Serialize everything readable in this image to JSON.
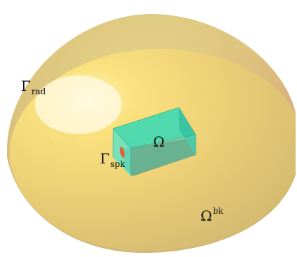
{
  "labels": {
    "gamma_rad": {
      "symbol": "Γ",
      "subscript": "rad"
    },
    "gamma_spk": {
      "symbol": "Γ",
      "subscript": "spk"
    },
    "omega": {
      "symbol": "Ω"
    },
    "omega_bk": {
      "symbol": "Ω",
      "superscript": "bk"
    }
  },
  "colors": {
    "dome_outer": "#d8c46a",
    "dome_inner": "#e6d07a",
    "highlight": "#fff9d6",
    "box_top": "#3fd8b4",
    "box_front": "#5fe3c2",
    "box_side": "#35c2a0",
    "box_shadow": "#6f7460",
    "speaker": "#e0603a"
  }
}
